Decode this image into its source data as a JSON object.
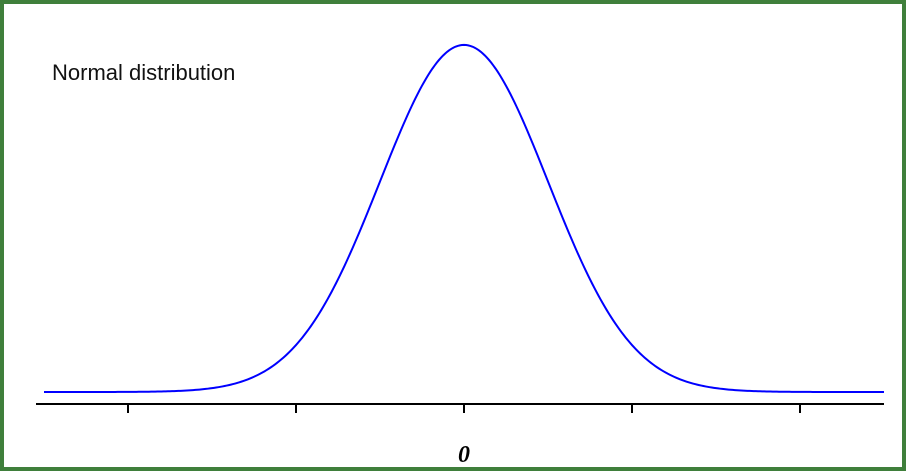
{
  "chart_data": {
    "type": "line",
    "title": "Normal distribution",
    "xlabel": "",
    "ylabel": "",
    "xlim": [
      -5,
      5
    ],
    "ylim": [
      0,
      0.4
    ],
    "grid": false,
    "x_ticks": [
      -4,
      -2,
      0,
      2,
      4
    ],
    "x_tick_labels": [
      "",
      "",
      "0",
      "",
      ""
    ],
    "series": [
      {
        "color": "#0000ff",
        "function": "standard normal density",
        "mean": 0,
        "sd": 1
      }
    ]
  },
  "colors": {
    "border": "#3f7f3b",
    "curve": "#0000ff",
    "axis": "#000000"
  }
}
